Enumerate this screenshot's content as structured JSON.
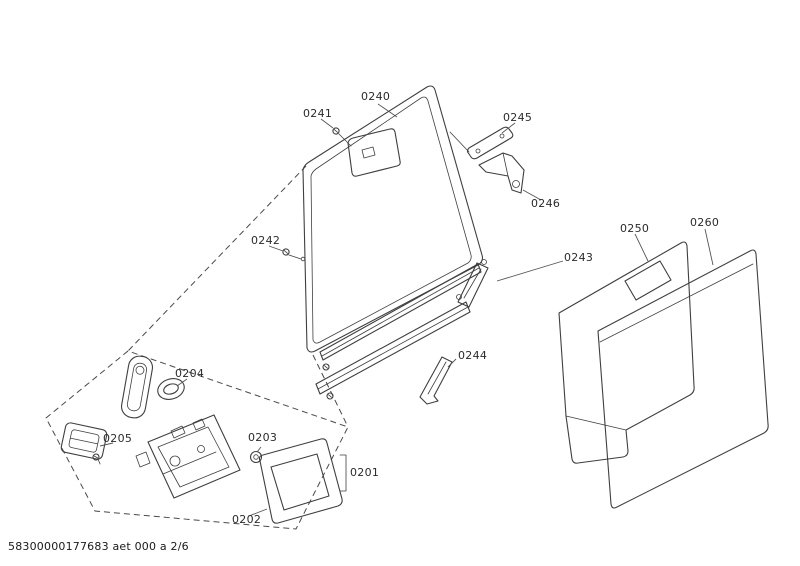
{
  "page": {
    "code": "58300000177683 aet 000 a 2/6"
  },
  "parts": {
    "0201": "0201",
    "0202": "0202",
    "0203": "0203",
    "0204": "0204",
    "0205": "0205",
    "0240": "0240",
    "0241": "0241",
    "0242": "0242",
    "0243": "0243",
    "0244": "0244",
    "0245": "0245",
    "0246": "0246",
    "0250": "0250",
    "0260": "0260"
  },
  "colors": {
    "line": "#3f3f3f",
    "label_text": "#2b2b2b",
    "background": "#ffffff",
    "panel_fill": "#f4f4f4",
    "strip_dark": "#cfcfcf"
  }
}
